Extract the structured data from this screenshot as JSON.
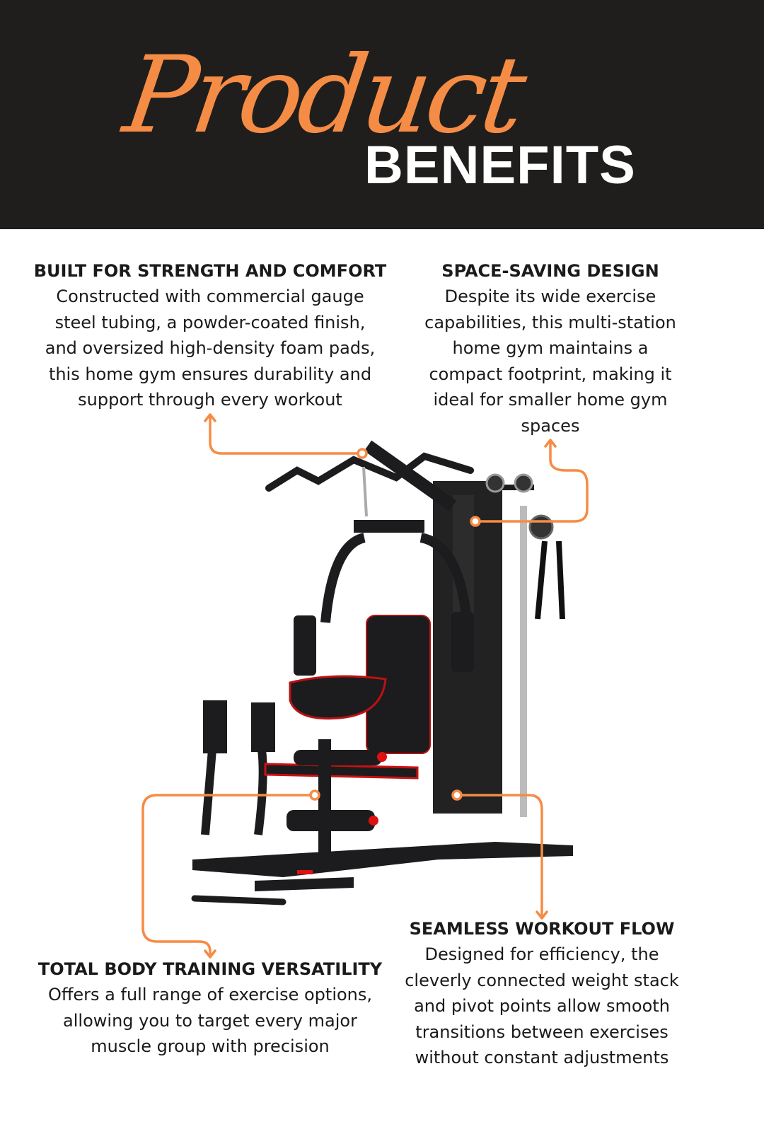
{
  "header": {
    "script_title": "Product",
    "title": "BENEFITS"
  },
  "accent_color": "#f58c45",
  "benefits": [
    {
      "title": "BUILT FOR STRENGTH AND COMFORT",
      "lines": [
        "Constructed with commercial gauge",
        "steel tubing, a powder-coated finish,",
        "and oversized high-density foam pads,",
        "this home gym ensures durability and",
        "support through every workout"
      ]
    },
    {
      "title": "SPACE-SAVING DESIGN",
      "lines": [
        "Despite its wide exercise",
        "capabilities, this multi-station",
        "home gym maintains a",
        "compact footprint, making it",
        "ideal for smaller home gym",
        "spaces"
      ]
    },
    {
      "title": "TOTAL BODY TRAINING VERSATILITY",
      "lines": [
        "Offers a full range of exercise options,",
        "allowing you to target every major",
        "muscle group with precision"
      ]
    },
    {
      "title": "SEAMLESS WORKOUT FLOW",
      "lines": [
        "Designed for efficiency, the",
        "cleverly connected weight stack",
        "and pivot points allow smooth",
        "transitions between exercises",
        "without constant adjustments"
      ]
    }
  ]
}
